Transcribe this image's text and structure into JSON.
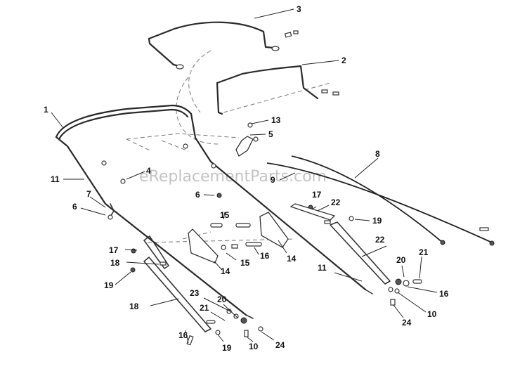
{
  "watermark": "eReplacementParts.com",
  "callouts": [
    {
      "id": "c3",
      "label": "3"
    },
    {
      "id": "c2",
      "label": "2"
    },
    {
      "id": "c1",
      "label": "1"
    },
    {
      "id": "c13",
      "label": "13"
    },
    {
      "id": "c5",
      "label": "5"
    },
    {
      "id": "c8",
      "label": "8"
    },
    {
      "id": "c9",
      "label": "9"
    },
    {
      "id": "c11a",
      "label": "11"
    },
    {
      "id": "c4",
      "label": "4"
    },
    {
      "id": "c7",
      "label": "7"
    },
    {
      "id": "c6a",
      "label": "6"
    },
    {
      "id": "c6b",
      "label": "6"
    },
    {
      "id": "c17a",
      "label": "17"
    },
    {
      "id": "c18a",
      "label": "18"
    },
    {
      "id": "c19a",
      "label": "19"
    },
    {
      "id": "c15a",
      "label": "15"
    },
    {
      "id": "c15b",
      "label": "15"
    },
    {
      "id": "c14a",
      "label": "14"
    },
    {
      "id": "c14b",
      "label": "14"
    },
    {
      "id": "c16a",
      "label": "16"
    },
    {
      "id": "c22a",
      "label": "22"
    },
    {
      "id": "c11b",
      "label": "11"
    },
    {
      "id": "c20a",
      "label": "20"
    },
    {
      "id": "c21a",
      "label": "21"
    },
    {
      "id": "c16b",
      "label": "16"
    },
    {
      "id": "c10a",
      "label": "10"
    },
    {
      "id": "c24a",
      "label": "24"
    },
    {
      "id": "c17b",
      "label": "17"
    },
    {
      "id": "c18b",
      "label": "18"
    },
    {
      "id": "c19b",
      "label": "19"
    },
    {
      "id": "c22b",
      "label": "22"
    },
    {
      "id": "c23",
      "label": "23"
    },
    {
      "id": "c20b",
      "label": "20"
    },
    {
      "id": "c21b",
      "label": "21"
    },
    {
      "id": "c16c",
      "label": "16"
    },
    {
      "id": "c19c",
      "label": "19"
    },
    {
      "id": "c10b",
      "label": "10"
    },
    {
      "id": "c24b",
      "label": "24"
    }
  ]
}
